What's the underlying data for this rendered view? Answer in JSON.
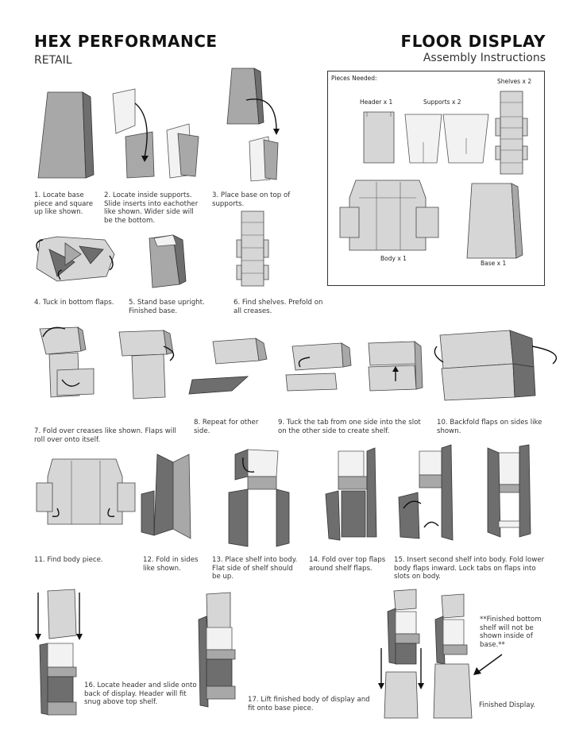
{
  "header": {
    "brand": "HEX PERFORMANCE",
    "category": "RETAIL",
    "title": "FLOOR DISPLAY",
    "subtitle": "Assembly Instructions"
  },
  "pieces": {
    "heading": "Pieces Needed:",
    "header_label": "Header x 1",
    "supports_label": "Supports x 2",
    "shelves_label": "Shelves x 2",
    "body_label": "Body x 1",
    "base_label": "Base x 1"
  },
  "steps": [
    {
      "text": "1. Locate base piece and square up like shown."
    },
    {
      "text": "2. Locate inside supports. Slide inserts into eachother like shown. Wider side will be the bottom."
    },
    {
      "text": "3. Place base on top of supports."
    },
    {
      "text": "4. Tuck in bottom flaps."
    },
    {
      "text": "5. Stand base upright. Finished base."
    },
    {
      "text": "6. Find shelves. Prefold on all creases."
    },
    {
      "text": "7. Fold over creases like shown. Flaps will roll over onto itself."
    },
    {
      "text": "8. Repeat for other side."
    },
    {
      "text": "9. Tuck the tab from one side into the slot on the other side to create shelf."
    },
    {
      "text": "10. Backfold flaps on sides like shown."
    },
    {
      "text": "11. Find body piece."
    },
    {
      "text": "12. Fold in sides like shown."
    },
    {
      "text": "13. Place shelf into body. Flat side of shelf should be up."
    },
    {
      "text": "14. Fold over top flaps around shelf flaps."
    },
    {
      "text": "15. Insert second shelf into body. Fold lower body flaps inward. Lock tabs on flaps into slots on body."
    },
    {
      "text": "16. Locate header and slide onto back of display. Header will fit snug above top shelf."
    },
    {
      "text": "17. Lift finished body of display and fit onto base piece."
    }
  ],
  "notes": {
    "bottom_shelf": "**Finished bottom shelf will not be shown inside of base.**",
    "finished": "Finished Display."
  }
}
